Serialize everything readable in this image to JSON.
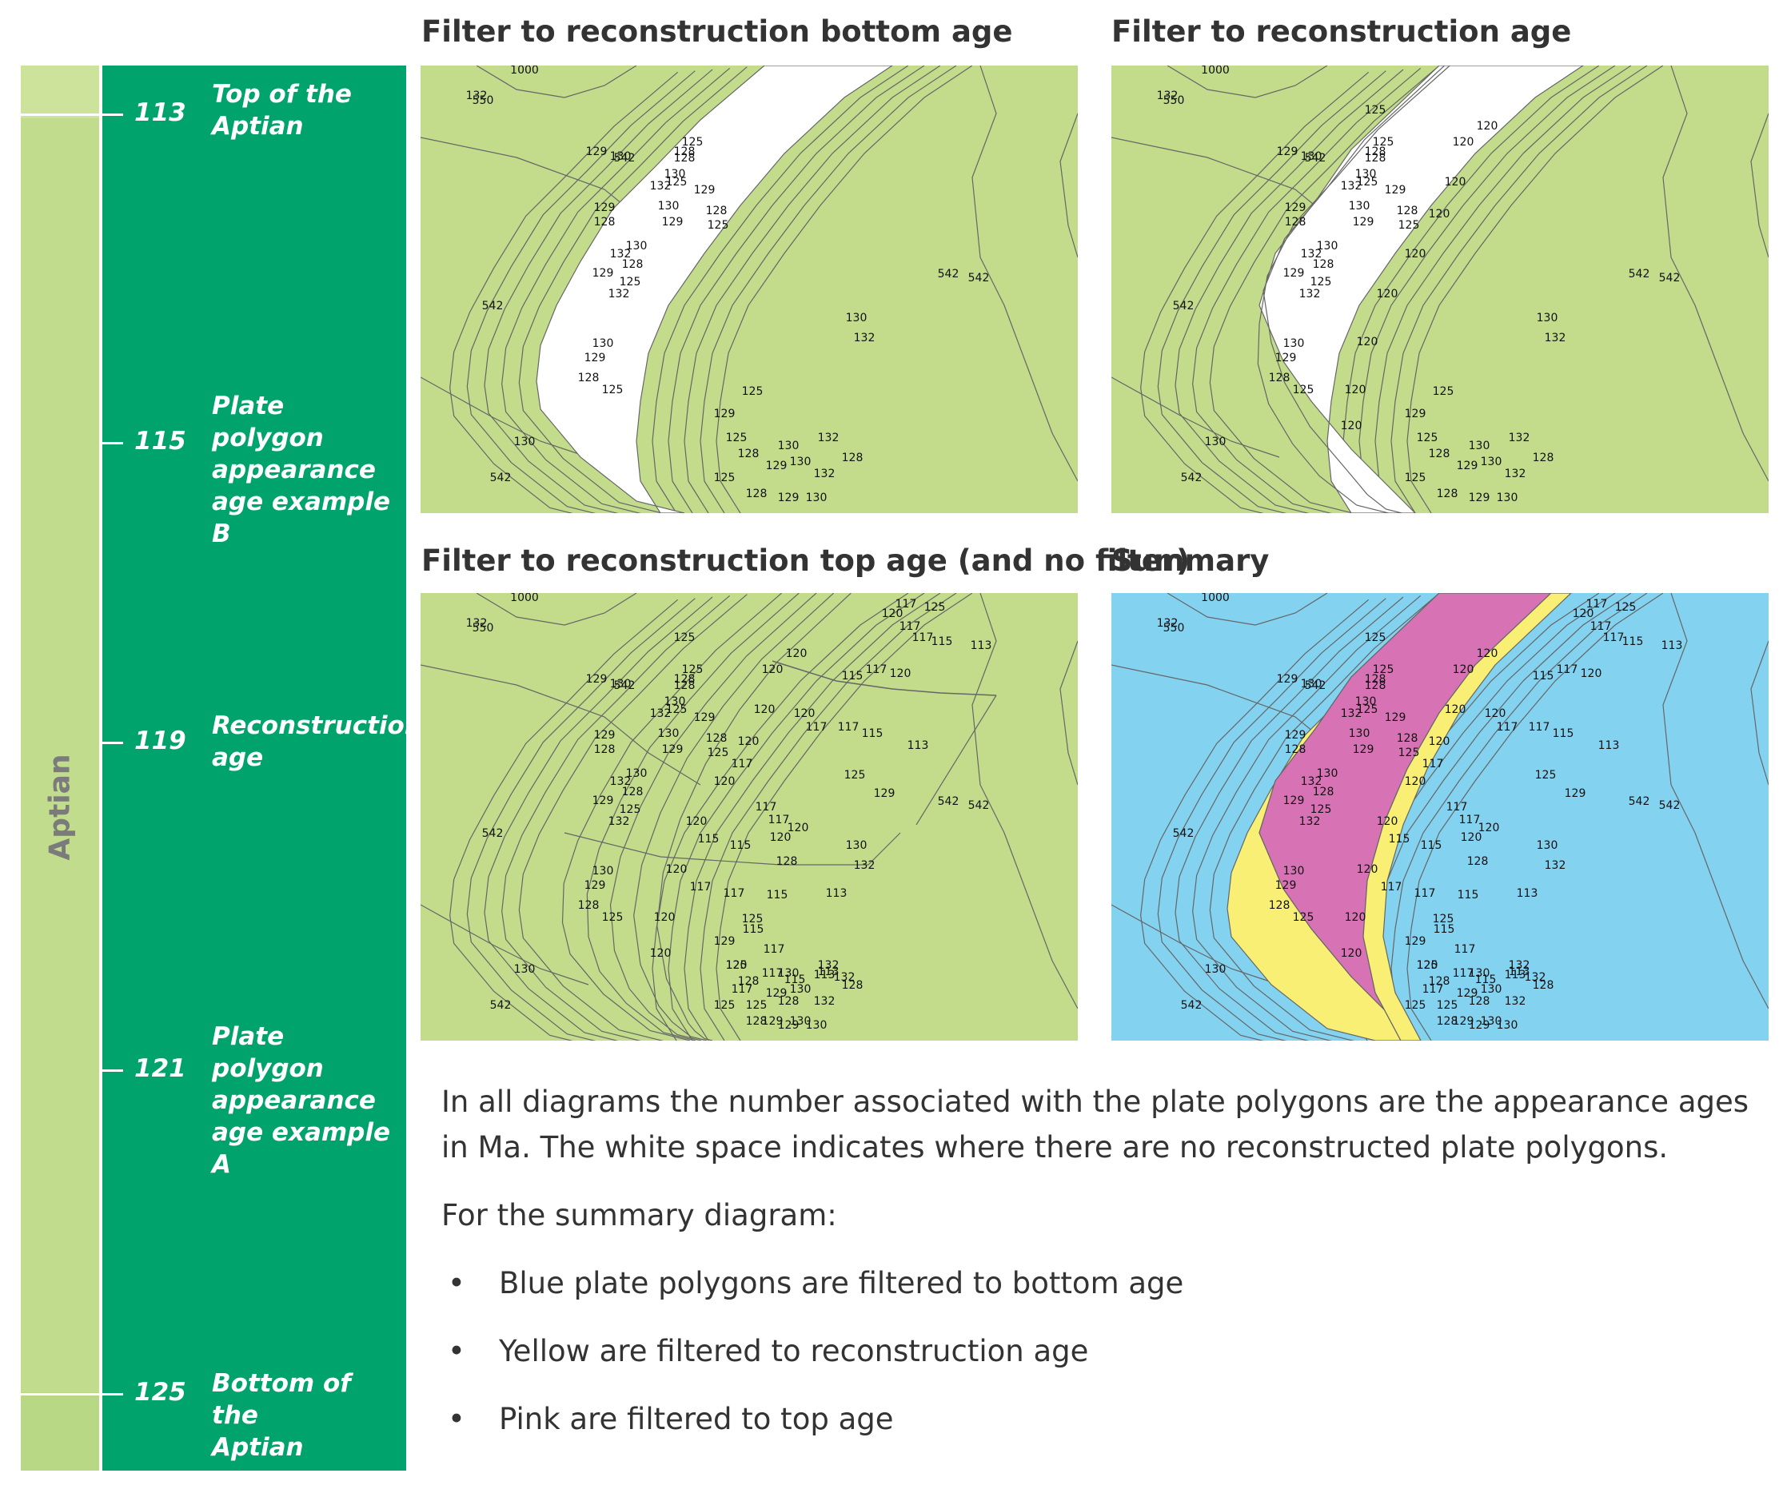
{
  "timeline": {
    "stage_label": "Aptian",
    "ticks": [
      {
        "age": "113",
        "label_lines": [
          "Top of the",
          "Aptian"
        ]
      },
      {
        "age": "115",
        "label_lines": [
          "Plate polygon",
          "appearance",
          "age example B"
        ]
      },
      {
        "age": "119",
        "label_lines": [
          "Reconstruction",
          "age"
        ]
      },
      {
        "age": "121",
        "label_lines": [
          "Plate polygon",
          "appearance",
          "age example A"
        ]
      },
      {
        "age": "125",
        "label_lines": [
          "Bottom of the",
          "Aptian"
        ]
      }
    ]
  },
  "panels": [
    {
      "title": "Filter to reconstruction bottom age",
      "mode": "bottom"
    },
    {
      "title": "Filter to reconstruction age",
      "mode": "recon"
    },
    {
      "title": "Filter to reconstruction top age (and no filter)",
      "mode": "top"
    },
    {
      "title": "Summary",
      "mode": "summary"
    }
  ],
  "colors": {
    "stage_bar": "#c0dc8c",
    "timeline_green": "#00a36b",
    "polygon_green": "#c2dc8c",
    "summary_blue": "#83d2f0",
    "summary_yellow": "#f8ef74",
    "summary_pink": "#d772b4",
    "polygon_edge": "#666666"
  },
  "map_labels": {
    "west_region": [
      "1000",
      "550",
      "542",
      "542",
      "542",
      "542"
    ],
    "west_belt": [
      "132",
      "132",
      "130",
      "129",
      "128",
      "125",
      "132",
      "130",
      "129",
      "128",
      "125",
      "132",
      "129",
      "130",
      "128",
      "125",
      "132",
      "130",
      "129",
      "128",
      "125",
      "130",
      "129",
      "128",
      "130",
      "129",
      "128",
      "125"
    ],
    "east_belt": [
      "125",
      "129",
      "130",
      "132",
      "128",
      "125",
      "128",
      "129",
      "130",
      "132",
      "125",
      "128",
      "129",
      "130",
      "542",
      "130",
      "132"
    ],
    "recon_belt": [
      "120",
      "120",
      "120",
      "120",
      "120",
      "120",
      "120",
      "120",
      "125",
      "120"
    ],
    "top_belt": [
      "117",
      "125",
      "120",
      "117",
      "117",
      "115",
      "113",
      "115",
      "117",
      "120",
      "120",
      "117",
      "117",
      "115",
      "113",
      "125",
      "129",
      "117",
      "117",
      "117",
      "120",
      "115",
      "115",
      "120",
      "128",
      "117",
      "117",
      "115",
      "113",
      "115",
      "117",
      "120",
      "117",
      "117",
      "115",
      "125",
      "128",
      "113",
      "129",
      "130",
      "113",
      "132"
    ]
  },
  "caption": {
    "paragraph": "In all diagrams the number associated with the plate polygons are the appearance ages in Ma. The white space indicates where there are no reconstructed plate polygons.",
    "intro": "For the summary diagram:",
    "bullet_glyph": "•",
    "bullets": [
      "Blue plate polygons are filtered to bottom age",
      "Yellow are filtered to reconstruction age",
      "Pink are filtered to top age"
    ]
  }
}
